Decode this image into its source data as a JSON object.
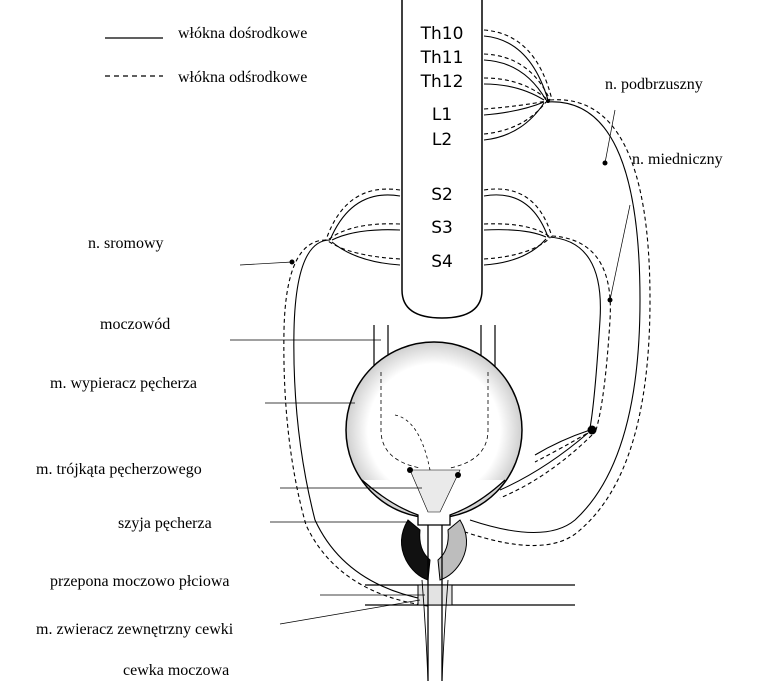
{
  "legend": {
    "afferent_label": "włókna dośrodkowe",
    "efferent_label": "włókna odśrodkowe"
  },
  "segments": [
    "Th10",
    "Th11",
    "Th12",
    "L1",
    "L2",
    "S2",
    "S3",
    "S4"
  ],
  "labels": {
    "hypogastric_nerve": "n. podbrzuszny",
    "pelvic_nerve": "n. miedniczny",
    "pudendal_nerve": "n. sromowy",
    "ureter": "moczowód",
    "detrusor": "m. wypieracz pęcherza",
    "trigone": "m. trójkąta pęcherzowego",
    "bladder_neck": "szyja pęcherza",
    "urogenital_diaphragm": "przepona moczowo płciowa",
    "external_sphincter": "m. zwieracz zewnętrzny cewki",
    "urethra": "cewka moczowa"
  },
  "colors": {
    "ink": "#000000",
    "bladder_fill": "#d9d9d9",
    "background": "#ffffff"
  }
}
